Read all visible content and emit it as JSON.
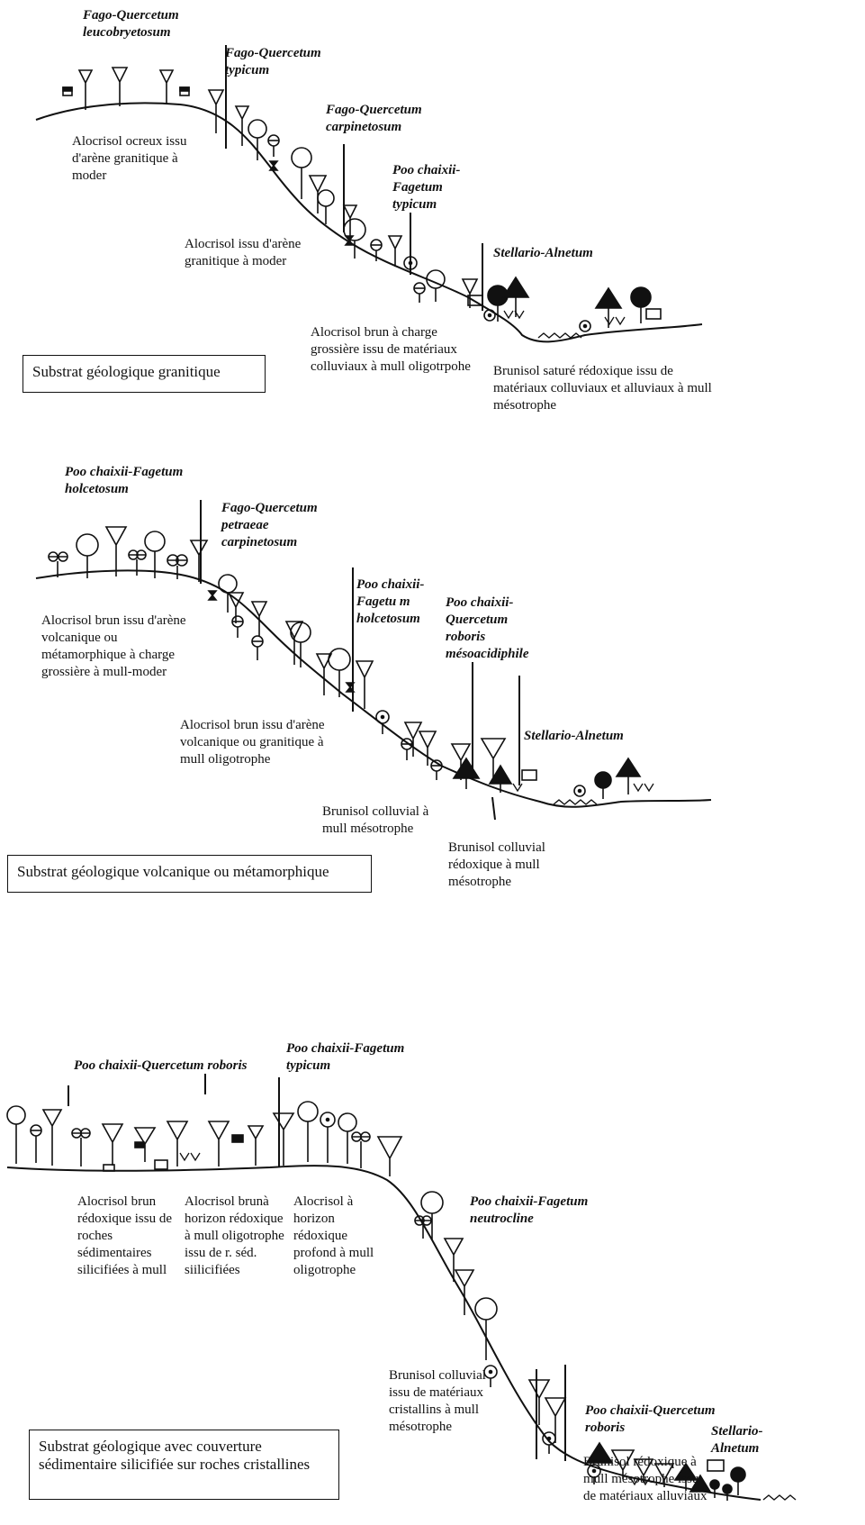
{
  "panels": [
    {
      "substrate": "Substrat géologique granitique",
      "associations": [
        "Fago-Quercetum leucobryetosum",
        "Fago-Quercetum typicum",
        "Fago-Quercetum carpinetosum",
        "Poo chaixii-Fagetum typicum",
        "Stellario-Alnetum"
      ],
      "soils": [
        "Alocrisol ocreux issu d'arène granitique à moder",
        "Alocrisol issu d'arène granitique à moder",
        "Alocrisol brun à charge grossière issu de matériaux colluviaux à mull oligotrpohe",
        "Brunisol saturé rédoxique issu de matériaux colluviaux et alluviaux à mull mésotrophe"
      ]
    },
    {
      "substrate": "Substrat géologique volcanique ou métamorphique",
      "associations": [
        "Poo chaixii-Fagetum holcetosum",
        "Fago-Quercetum petraeae carpinetosum",
        "Poo chaixii-Fagetu m holcetosum",
        "Poo chaixii-Quercetum roboris mésoacidiphile",
        "Stellario-Alnetum"
      ],
      "soils": [
        "Alocrisol brun issu d'arène volcanique ou métamorphique à charge grossière à mull-moder",
        "Alocrisol brun issu d'arène volcanique ou granitique à mull oligotrophe",
        "Brunisol colluvial à mull mésotrophe",
        "Brunisol colluvial rédoxique à mull mésotrophe"
      ]
    },
    {
      "substrate": "Substrat géologique avec couverture sédimentaire silicifiée sur roches cristallines",
      "associations": [
        "Poo chaixii-Quercetum roboris",
        "Poo chaixii-Fagetum typicum",
        "Poo chaixii-Fagetum neutrocline",
        "Poo chaixii-Quercetum roboris",
        "Stellario- Alnetum"
      ],
      "soils": [
        "Alocrisol brun rédoxique issu de roches sédimentaires silicifiées à mull",
        "Alocrisol brunà horizon rédoxique à mull oligotrophe issu de r. séd. siilicifiées",
        "Alocrisol à horizon rédoxique profond à mull oligotrophe",
        "Brunisol colluvial issu de matériaux cristallins à mull mésotrophe",
        "Brunisol rédoxique à mull mésotrophe issu de matériaux alluviaux"
      ]
    }
  ]
}
